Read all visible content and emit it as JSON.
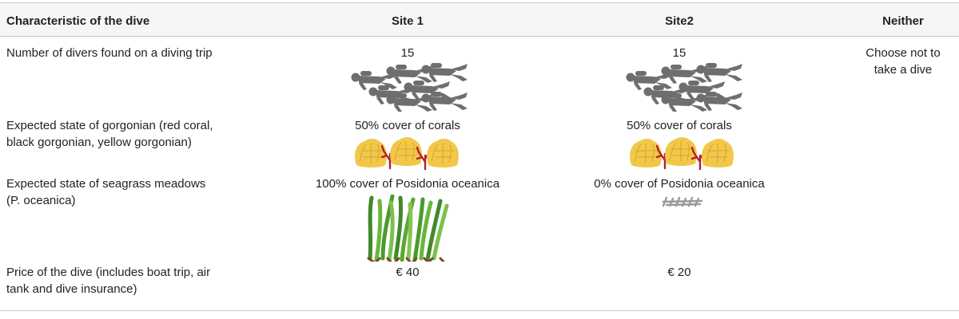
{
  "header": {
    "col0": "Characteristic of the dive",
    "col1": "Site 1",
    "col2": "Site2",
    "col3": "Neither"
  },
  "rows": [
    {
      "label_line1": "Number of divers found on a diving trip",
      "label_line2": "",
      "site1": "15",
      "site2": "15",
      "neither_line1": "Choose not to",
      "neither_line2": "take a dive",
      "icon": "divers-icon"
    },
    {
      "label_line1": "Expected state of gorgonian (red coral,",
      "label_line2": "black gorgonian, yellow gorgonian)",
      "site1": "50% cover of corals",
      "site2": "50% cover of corals",
      "icon": "gorgonian-icon"
    },
    {
      "label_line1": "Expected state of seagrass meadows",
      "label_line2": "(P. oceanica)",
      "site1": "100% cover of Posidonia oceanica",
      "site2": "0% cover of Posidonia oceanica",
      "icon": "seagrass-icon"
    },
    {
      "label_line1": "Price of the dive (includes boat trip, air",
      "label_line2": "tank and dive insurance)",
      "site1": "€ 40",
      "site2": "€ 20"
    }
  ],
  "colors": {
    "diver": "#6e6e6e",
    "gorgonian_yellow": "#f2c84a",
    "gorgonian_red": "#b5202a",
    "seagrass": "#4c9a2e",
    "dead_seagrass": "#9a9a9a",
    "rule": "#c9c9c9"
  }
}
